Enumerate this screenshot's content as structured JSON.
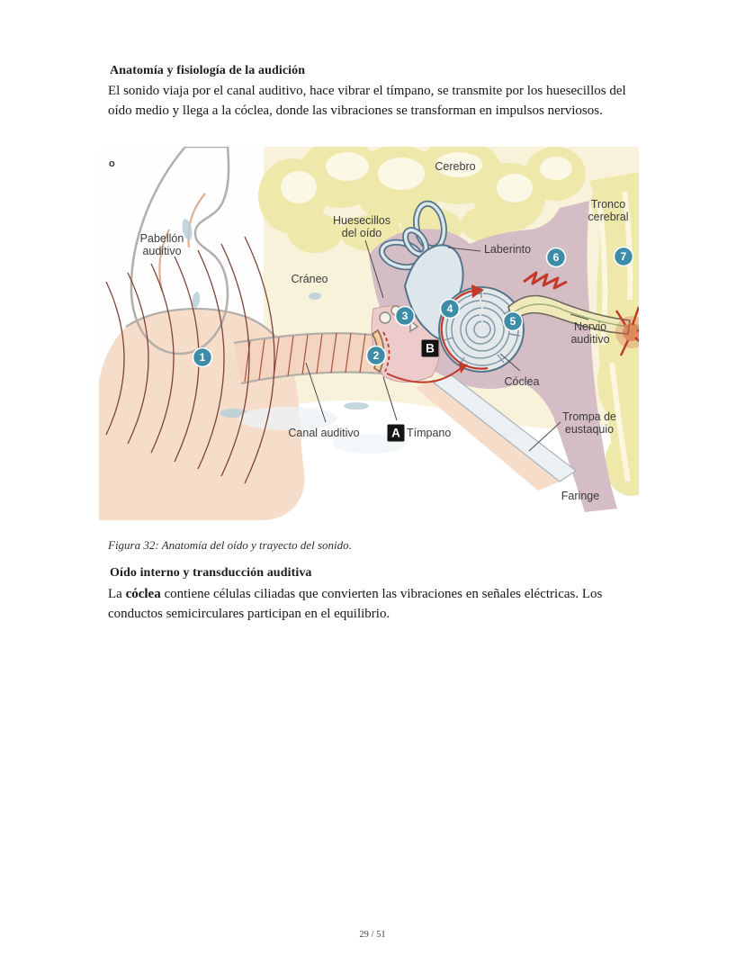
{
  "doc": {
    "s1_heading": "Anatomía y fisiología de la audición",
    "s1_body": "El sonido viaja por el canal auditivo, hace vibrar el tímpano, se transmite por los huesecillos del oído medio y llega a la cóclea, donde las vibraciones se transforman en impulsos nerviosos.",
    "figure": {
      "stray_mark": "o",
      "labels": {
        "cerebro": "Cerebro",
        "tronco1": "Tronco",
        "tronco2": "cerebral",
        "hues1": "Huesecillos",
        "hues2": "del oído",
        "laberinto": "Laberinto",
        "pab1": "Pabellón",
        "pab2": "auditivo",
        "craneo": "Cráneo",
        "nervio1": "Nervio",
        "nervio2": "auditivo",
        "coclea": "Cóclea",
        "trompa1": "Trompa de",
        "trompa2": "eustaquio",
        "canal": "Canal auditivo",
        "timpano": "Tímpano",
        "faringe": "Faringe"
      },
      "markers": {
        "m1": "1",
        "m2": "2",
        "m3": "3",
        "m4": "4",
        "m5": "5",
        "m6": "6",
        "m7": "7",
        "a": "A",
        "b": "B"
      },
      "caption": "Figura 32: Anatomía del oído y trayecto del sonido.",
      "colors": {
        "skin": "#f3d5c1",
        "skin_light": "#f6ddca",
        "bone_cream": "#f8f2da",
        "brain_yellow": "#efe8ab",
        "brain_highlight": "#fbf8e6",
        "mauve": "#d5bdc6",
        "inner_ear": "#dde6ea",
        "inner_ear_outline": "#53758a",
        "spiral_line": "#7d96a5",
        "signal_red": "#c23b2a",
        "wave_brown": "#7d4438",
        "nerve_cream": "#efe9bb",
        "nerve_green": "#9ab06a",
        "marker_teal": "#3d8ca8",
        "marker_black": "#141414",
        "spot_blue": "#b9ced9",
        "tube_white": "#eaf0f4",
        "hatch_brown": "#a4553f",
        "outline_gray": "#b3aeaa",
        "label_gray": "#3a3a3a"
      }
    },
    "s2_heading": "Oído interno y transducción auditiva",
    "s2_body_pre": "La ",
    "s2_body_bold": "cóclea",
    "s2_body_post": " contiene células ciliadas que convierten las vibraciones en señales eléctricas. Los conductos semicirculares participan en el equilibrio.",
    "footer": "29 / 51"
  }
}
